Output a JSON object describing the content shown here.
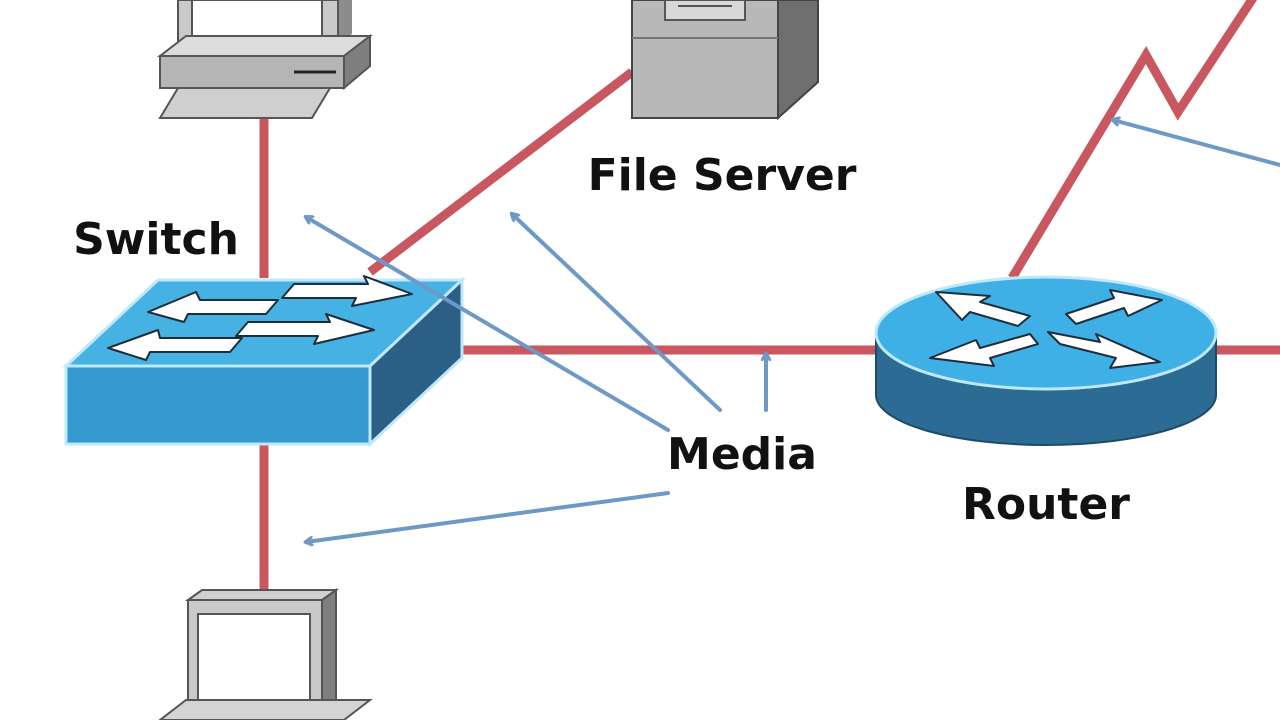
{
  "labels": {
    "switch": "Switch",
    "file_server": "File Server",
    "media": "Media",
    "router": "Router"
  },
  "colors": {
    "cable": "#c9575f",
    "arrow": "#6e98c6",
    "device_blue": "#3fa9dc",
    "device_blue_dark": "#2b5f86",
    "device_gray": "#b9b9b9",
    "text": "#111111"
  },
  "icons": [
    "switch-icon",
    "router-icon",
    "file-server-icon",
    "desktop-computer-icon",
    "laptop-computer-icon"
  ]
}
